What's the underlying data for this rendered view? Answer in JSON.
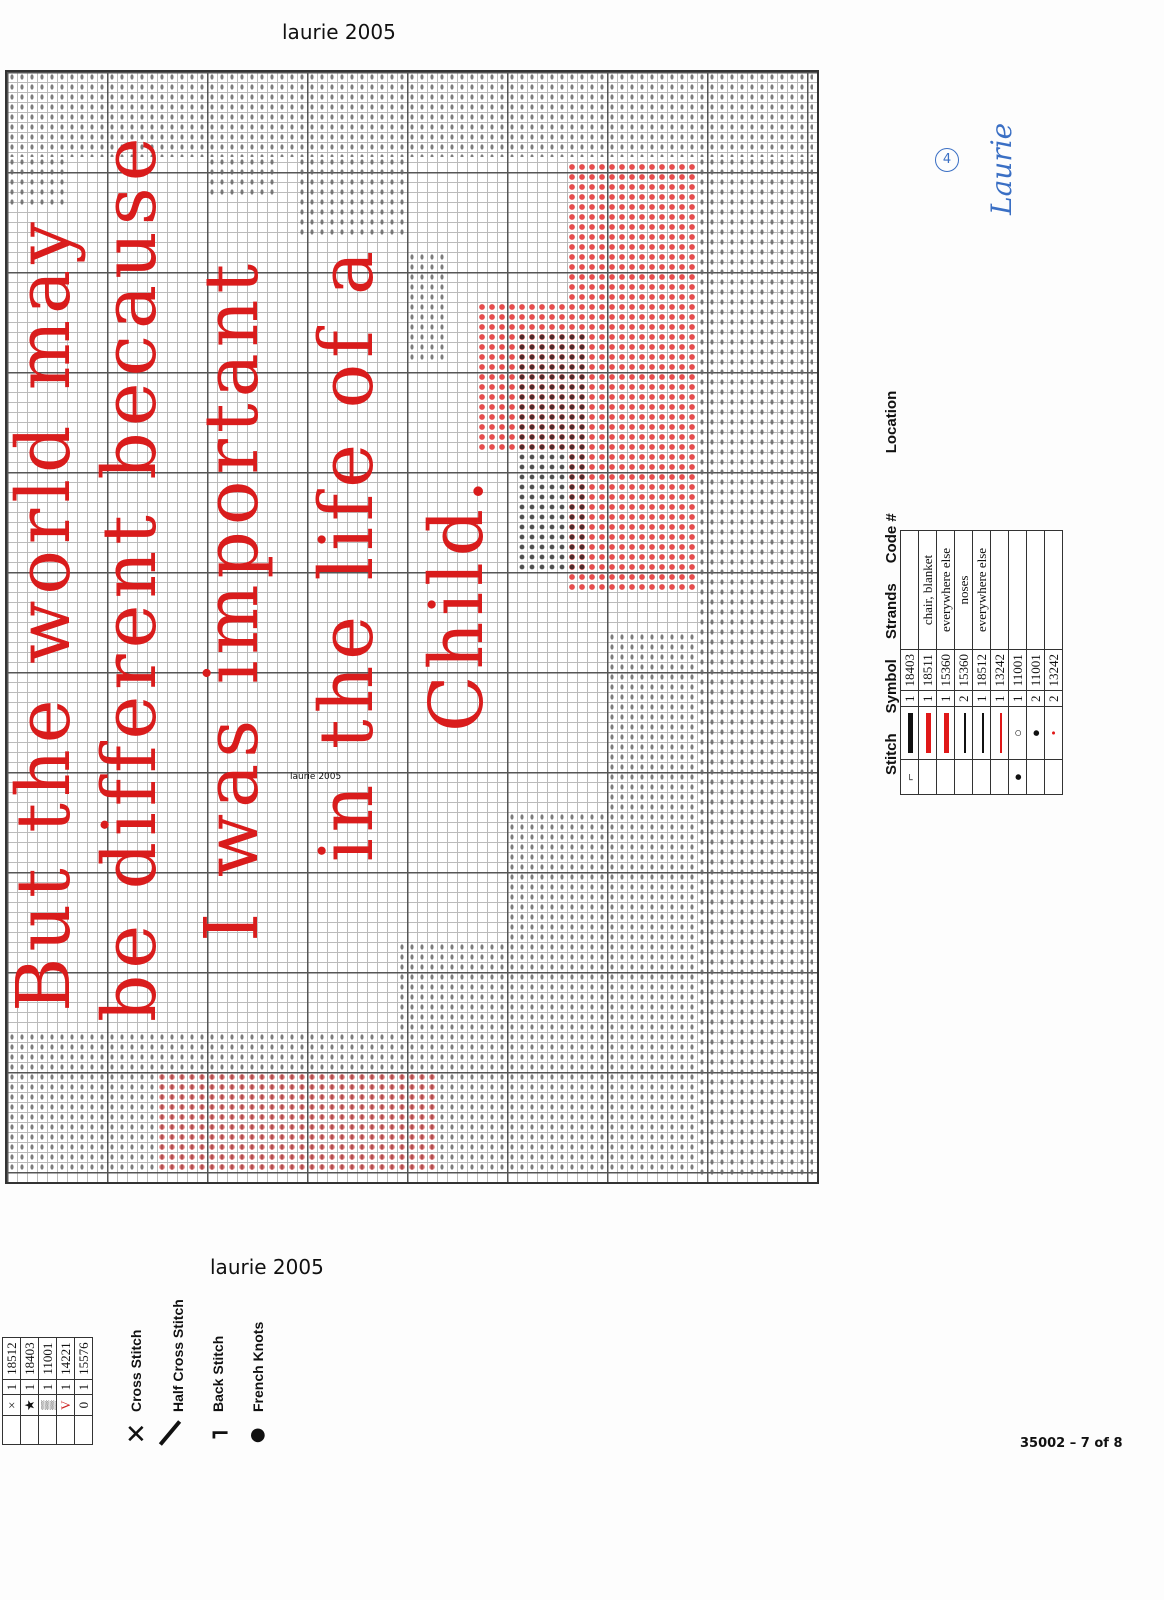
{
  "watermark_top": "laurie 2005",
  "watermark_mid": "laurie 2005",
  "watermark_bottom": "laurie 2005",
  "page_label": "35002 – 7 of 8",
  "signature": {
    "text": "Laurie",
    "number": "4",
    "color": "#3a6fc4"
  },
  "chart_text": {
    "lines": [
      "But the world may",
      "be different because",
      "I was important",
      "in the life of a",
      "Child."
    ],
    "color": "#d91c1c"
  },
  "backstitch_legend": {
    "headers": [
      "Stitch",
      "Symbol",
      "Strands",
      "Code #",
      "Location"
    ],
    "backstitch_rows": [
      {
        "symbol": "thick-black",
        "strands": "1",
        "code": "18403",
        "location": ""
      },
      {
        "symbol": "thick-red",
        "strands": "1",
        "code": "18511",
        "location": "chair, blanket"
      },
      {
        "symbol": "thick-red",
        "strands": "1",
        "code": "15360",
        "location": "everywhere else"
      },
      {
        "symbol": "thin-black",
        "strands": "2",
        "code": "15360",
        "location": "noses"
      },
      {
        "symbol": "thin-black",
        "strands": "1",
        "code": "18512",
        "location": "everywhere else"
      },
      {
        "symbol": "thin-red",
        "strands": "1",
        "code": "13242",
        "location": ""
      }
    ],
    "knot_rows": [
      {
        "symbol": "○",
        "strands": "1",
        "code": "11001",
        "location": ""
      },
      {
        "symbol": "●",
        "strands": "2",
        "code": "11001",
        "location": ""
      },
      {
        "symbol": "•",
        "strands": "2",
        "code": "13242",
        "location": ""
      }
    ]
  },
  "color_key": {
    "rows": [
      {
        "symbol": "×",
        "strands": "1",
        "code": "18512"
      },
      {
        "symbol": "★",
        "strands": "1",
        "code": "18403"
      },
      {
        "symbol": "▒",
        "strands": "1",
        "code": "11001"
      },
      {
        "symbol": "V",
        "strands": "1",
        "code": "14221"
      },
      {
        "symbol": "0",
        "strands": "1",
        "code": "15576"
      }
    ]
  },
  "stitch_types": [
    "Cross Stitch",
    "Half Cross Stitch",
    "Back Stitch",
    "French Knots"
  ]
}
